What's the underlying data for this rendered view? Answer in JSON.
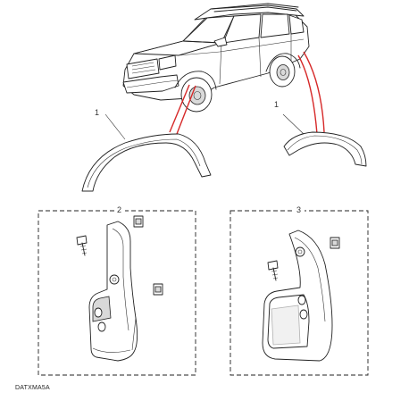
{
  "callouts": {
    "wheel_arch_front": "1",
    "wheel_arch_rear": "1",
    "mudflap_front_kit": "2",
    "mudflap_rear_kit": "3"
  },
  "reference_code": "DATXMA5A",
  "colors": {
    "line": "#222222",
    "leader_red": "#d62828",
    "background": "#ffffff"
  }
}
